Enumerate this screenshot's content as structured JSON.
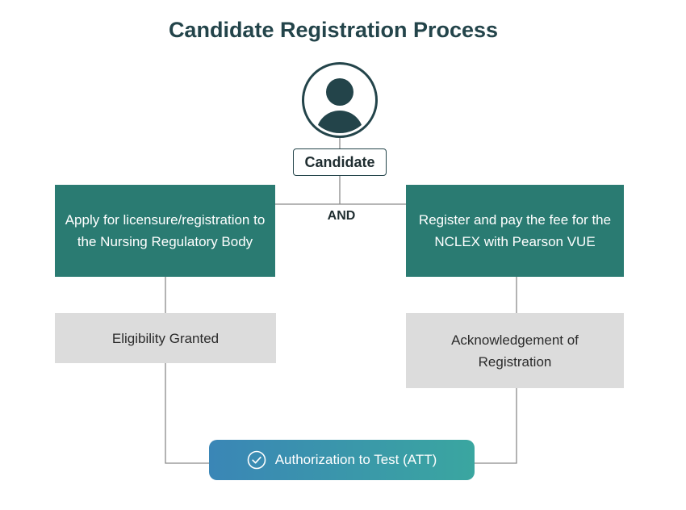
{
  "title": "Candidate Registration Process",
  "candidate": {
    "label": "Candidate",
    "icon": "person-avatar-icon"
  },
  "connector_label": "AND",
  "left_column": {
    "step1": "Apply for licensure/registration to the Nursing Regulatory Body",
    "step2": "Eligibility Granted"
  },
  "right_column": {
    "step1": "Register and pay the fee for the NCLEX with Pearson VUE",
    "step2": "Acknowledgement of Registration"
  },
  "final_step": {
    "label": "Authorization to Test (ATT)",
    "icon": "check-circle-icon"
  },
  "colors": {
    "title": "#23444a",
    "teal_box": "#2a7b72",
    "gray_box": "#dcdcdc",
    "att_gradient_start": "#3a86b6",
    "att_gradient_end": "#3aa6a0",
    "connector": "#8a8a8a"
  }
}
